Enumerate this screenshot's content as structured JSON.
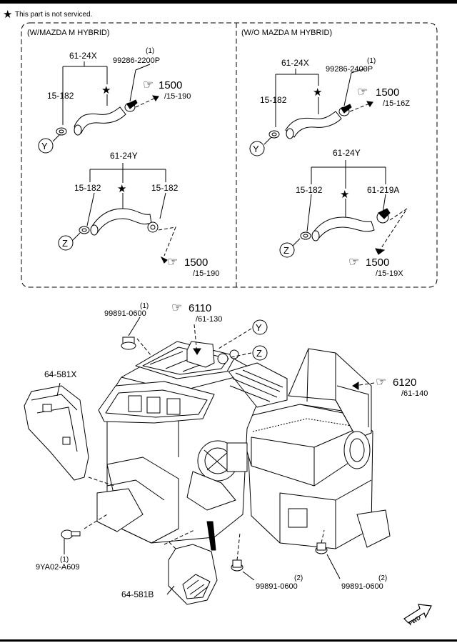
{
  "header": {
    "legend_text": "This part is not serviced."
  },
  "panels": {
    "left": {
      "title": "(W/MAZDA M HYBRID)"
    },
    "right": {
      "title": "(W/O MAZDA M HYBRID)"
    }
  },
  "callouts": {
    "l_hose_x": "61-24X",
    "l_clamp_x": "15-182",
    "l_part_x": "99286-2200P",
    "l_part_x_qty": "(1)",
    "l_ref_x_num": "1500",
    "l_ref_x_sub": "/15-190",
    "l_conn_y": "Y",
    "l_hose_y": "61-24Y",
    "l_clamp_y1": "15-182",
    "l_clamp_y2": "15-182",
    "l_conn_z": "Z",
    "l_ref_y_num": "1500",
    "l_ref_y_sub": "/15-190",
    "r_hose_x": "61-24X",
    "r_clamp_x": "15-182",
    "r_part_x": "99286-2400P",
    "r_part_x_qty": "(1)",
    "r_ref_x_num": "1500",
    "r_ref_x_sub": "/15-16Z",
    "r_conn_y": "Y",
    "r_hose_y": "61-24Y",
    "r_clamp_y": "15-182",
    "r_clip_y": "61-219A",
    "r_conn_z": "Z",
    "r_ref_y_num": "1500",
    "r_ref_y_sub": "/15-19X",
    "m_bolt_top": "99891-0600",
    "m_bolt_top_qty": "(1)",
    "m_ref_a_num": "6110",
    "m_ref_a_sub": "/61-130",
    "m_conn_y": "Y",
    "m_conn_z": "Z",
    "m_duct_left": "64-581X",
    "m_ref_b_num": "6120",
    "m_ref_b_sub": "/61-140",
    "m_screw": "9YA02-A609",
    "m_screw_qty": "(1)",
    "m_duct_bottom": "64-581B",
    "m_nut_1": "99891-0600",
    "m_nut_1_qty": "(2)",
    "m_nut_2": "99891-0600",
    "m_nut_2_qty": "(2)",
    "fwd": "FWD"
  }
}
